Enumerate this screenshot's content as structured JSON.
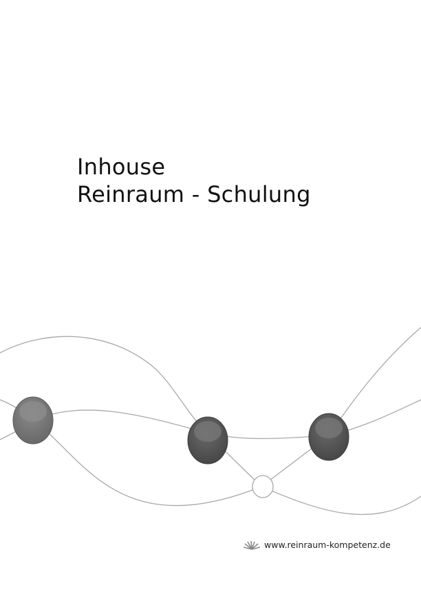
{
  "document": {
    "title_line1": "Inhouse",
    "title_line2": "Reinraum - Schulung"
  },
  "footer": {
    "url": "www.reinraum-kompetenz.de",
    "logo_icon": "sunburst-icon"
  },
  "colors": {
    "line": "#a8a8a8",
    "sphere_light": "#6e6e6e",
    "sphere_dark": "#4e4e4e",
    "text": "#111111"
  }
}
